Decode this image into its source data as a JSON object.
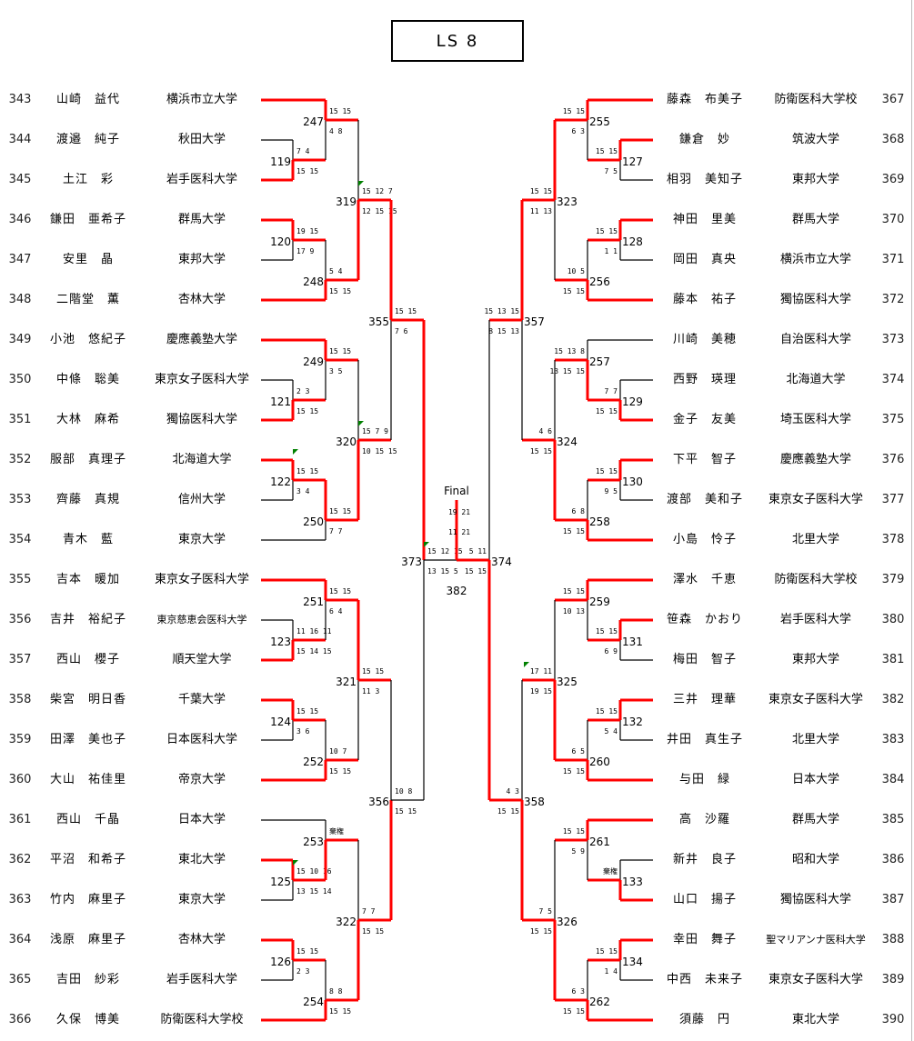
{
  "title": "LS 8",
  "final": {
    "label": "Final",
    "number": "382",
    "score_top": "19 21",
    "score_bottom": "11 21"
  },
  "colors": {
    "win_line": "#ff0000",
    "line": "#000000",
    "marker": "#008000"
  },
  "left_players": [
    {
      "num": "343",
      "name": "山崎　益代",
      "school": "横浜市立大学"
    },
    {
      "num": "344",
      "name": "渡邉　純子",
      "school": "秋田大学"
    },
    {
      "num": "345",
      "name": "土江　彩",
      "school": "岩手医科大学"
    },
    {
      "num": "346",
      "name": "鎌田　亜希子",
      "school": "群馬大学"
    },
    {
      "num": "347",
      "name": "安里　晶",
      "school": "東邦大学"
    },
    {
      "num": "348",
      "name": "二階堂　薫",
      "school": "杏林大学"
    },
    {
      "num": "349",
      "name": "小池　悠紀子",
      "school": "慶應義塾大学"
    },
    {
      "num": "350",
      "name": "中條　聡美",
      "school": "東京女子医科大学"
    },
    {
      "num": "351",
      "name": "大林　麻希",
      "school": "獨協医科大学"
    },
    {
      "num": "352",
      "name": "服部　真理子",
      "school": "北海道大学"
    },
    {
      "num": "353",
      "name": "齊藤　真規",
      "school": "信州大学"
    },
    {
      "num": "354",
      "name": "青木　藍",
      "school": "東京大学"
    },
    {
      "num": "355",
      "name": "吉本　暖加",
      "school": "東京女子医科大学"
    },
    {
      "num": "356",
      "name": "吉井　裕紀子",
      "school": "東京慈恵会医科大学"
    },
    {
      "num": "357",
      "name": "西山　櫻子",
      "school": "順天堂大学"
    },
    {
      "num": "358",
      "name": "柴宮　明日香",
      "school": "千葉大学"
    },
    {
      "num": "359",
      "name": "田澤　美也子",
      "school": "日本医科大学"
    },
    {
      "num": "360",
      "name": "大山　祐佳里",
      "school": "帝京大学"
    },
    {
      "num": "361",
      "name": "西山　千晶",
      "school": "日本大学"
    },
    {
      "num": "362",
      "name": "平沼　和希子",
      "school": "東北大学"
    },
    {
      "num": "363",
      "name": "竹内　麻里子",
      "school": "東京大学"
    },
    {
      "num": "364",
      "name": "浅原　麻里子",
      "school": "杏林大学"
    },
    {
      "num": "365",
      "name": "吉田　紗彩",
      "school": "岩手医科大学"
    },
    {
      "num": "366",
      "name": "久保　博美",
      "school": "防衛医科大学校"
    }
  ],
  "right_players": [
    {
      "num": "367",
      "name": "藤森　布美子",
      "school": "防衛医科大学校"
    },
    {
      "num": "368",
      "name": "鎌倉　妙",
      "school": "筑波大学"
    },
    {
      "num": "369",
      "name": "相羽　美知子",
      "school": "東邦大学"
    },
    {
      "num": "370",
      "name": "神田　里美",
      "school": "群馬大学"
    },
    {
      "num": "371",
      "name": "岡田　真央",
      "school": "横浜市立大学"
    },
    {
      "num": "372",
      "name": "藤本　祐子",
      "school": "獨協医科大学"
    },
    {
      "num": "373",
      "name": "川崎　美穂",
      "school": "自治医科大学"
    },
    {
      "num": "374",
      "name": "西野　瑛理",
      "school": "北海道大学"
    },
    {
      "num": "375",
      "name": "金子　友美",
      "school": "埼玉医科大学"
    },
    {
      "num": "376",
      "name": "下平　智子",
      "school": "慶應義塾大学"
    },
    {
      "num": "377",
      "name": "渡部　美和子",
      "school": "東京女子医科大学"
    },
    {
      "num": "378",
      "name": "小島　怜子",
      "school": "北里大学"
    },
    {
      "num": "379",
      "name": "澤水　千恵",
      "school": "防衛医科大学校"
    },
    {
      "num": "380",
      "name": "笹森　かおり",
      "school": "岩手医科大学"
    },
    {
      "num": "381",
      "name": "梅田　智子",
      "school": "東邦大学"
    },
    {
      "num": "382",
      "name": "三井　理華",
      "school": "東京女子医科大学"
    },
    {
      "num": "383",
      "name": "井田　真生子",
      "school": "北里大学"
    },
    {
      "num": "384",
      "name": "与田　緑",
      "school": "日本大学"
    },
    {
      "num": "385",
      "name": "高　沙羅",
      "school": "群馬大学"
    },
    {
      "num": "386",
      "name": "新井　良子",
      "school": "昭和大学"
    },
    {
      "num": "387",
      "name": "山口　揚子",
      "school": "獨協医科大学"
    },
    {
      "num": "388",
      "name": "幸田　舞子",
      "school": "聖マリアンナ医科大学"
    },
    {
      "num": "389",
      "name": "中西　未来子",
      "school": "東京女子医科大学"
    },
    {
      "num": "390",
      "name": "須藤　円",
      "school": "東北大学"
    }
  ],
  "matches": {
    "119": {
      "top": "7 4",
      "bottom": "15 15",
      "winner": "bottom",
      "out": true
    },
    "120": {
      "top": "19 15",
      "bottom": "17 9",
      "winner": "top",
      "out": true
    },
    "121": {
      "top": "2 3",
      "bottom": "15 15",
      "winner": "bottom",
      "out": true
    },
    "122": {
      "top": "15 15",
      "bottom": "3 4",
      "winner": "top",
      "out": true
    },
    "123": {
      "top": "11 16 11",
      "bottom": "15 14 15",
      "winner": "bottom",
      "out": true
    },
    "124": {
      "top": "15 15",
      "bottom": "3 6",
      "winner": "top",
      "out": true
    },
    "125": {
      "top": "15 10 16",
      "bottom": "13 15 14",
      "winner": "top",
      "out": true
    },
    "126": {
      "top": "15 15",
      "bottom": "2 3",
      "winner": "top",
      "out": true
    },
    "247": {
      "top": "15 15",
      "bottom": "4 8",
      "winner": "top",
      "out": true
    },
    "248": {
      "top": "5 4",
      "bottom": "15 15",
      "winner": "bottom",
      "out": true
    },
    "249": {
      "top": "15 15",
      "bottom": "3 5",
      "winner": "top",
      "out": true
    },
    "250": {
      "top": "15 15",
      "bottom": "7 7",
      "winner": "top",
      "out": true
    },
    "251": {
      "top": "15 15",
      "bottom": "6 4",
      "winner": "top",
      "out": true
    },
    "252": {
      "top": "10 7",
      "bottom": "15 15",
      "winner": "bottom",
      "out": true
    },
    "253": {
      "top": "棄権",
      "bottom": "",
      "winner": "bottom",
      "out": true
    },
    "254": {
      "top": "8 8",
      "bottom": "15 15",
      "winner": "bottom",
      "out": true
    },
    "319": {
      "top": "15 12 7",
      "bottom": "12 15 15",
      "winner": "bottom",
      "out": true
    },
    "320": {
      "top": "15 7 9",
      "bottom": "10 15 15",
      "winner": "bottom",
      "out": true
    },
    "321": {
      "top": "15 15",
      "bottom": "11 3",
      "winner": "top",
      "out": true
    },
    "322": {
      "top": "7 7",
      "bottom": "15 15",
      "winner": "bottom",
      "out": true
    },
    "355": {
      "top": "15 15",
      "bottom": "7 6",
      "winner": "top",
      "out": true
    },
    "356": {
      "top": "10 8",
      "bottom": "15 15",
      "winner": "bottom",
      "out": false
    },
    "373": {
      "top": "15 12 15",
      "bottom": "13 15 5",
      "winner": "top",
      "out": false
    },
    "127": {
      "top": "15 15",
      "bottom": "7 5",
      "winner": "top",
      "out": true
    },
    "128": {
      "top": "15 15",
      "bottom": "1 1",
      "winner": "top",
      "out": true
    },
    "129": {
      "top": "7 7",
      "bottom": "15 15",
      "winner": "bottom",
      "out": true
    },
    "130": {
      "top": "15 15",
      "bottom": "9 5",
      "winner": "top",
      "out": true
    },
    "131": {
      "top": "15 15",
      "bottom": "6 9",
      "winner": "top",
      "out": true
    },
    "132": {
      "top": "15 15",
      "bottom": "5 4",
      "winner": "top",
      "out": true
    },
    "133": {
      "top": "棄権",
      "bottom": "",
      "winner": "bottom",
      "out": true
    },
    "134": {
      "top": "15 15",
      "bottom": "1 4",
      "winner": "top",
      "out": true
    },
    "255": {
      "top": "15 15",
      "bottom": "6 3",
      "winner": "top",
      "out": true
    },
    "256": {
      "top": "10 5",
      "bottom": "15 15",
      "winner": "bottom",
      "out": true
    },
    "257": {
      "top": "15 13 8",
      "bottom": "13 15 15",
      "winner": "bottom",
      "out": true
    },
    "258": {
      "top": "6 8",
      "bottom": "15 15",
      "winner": "bottom",
      "out": true
    },
    "259": {
      "top": "15 15",
      "bottom": "10 13",
      "winner": "top",
      "out": true
    },
    "260": {
      "top": "6 5",
      "bottom": "15 15",
      "winner": "bottom",
      "out": true
    },
    "261": {
      "top": "15 15",
      "bottom": "5 9",
      "winner": "top",
      "out": true
    },
    "262": {
      "top": "6 3",
      "bottom": "15 15",
      "winner": "bottom",
      "out": true
    },
    "323": {
      "top": "15 15",
      "bottom": "11 13",
      "winner": "top",
      "out": true
    },
    "324": {
      "top": "4 6",
      "bottom": "15 15",
      "winner": "bottom",
      "out": true
    },
    "325": {
      "top": "17 11",
      "bottom": "19 15",
      "winner": "bottom",
      "out": true
    },
    "326": {
      "top": "7 5",
      "bottom": "15 15",
      "winner": "bottom",
      "out": true
    },
    "357": {
      "top": "15 13 15",
      "bottom": "8 15 13",
      "winner": "top",
      "out": true
    },
    "358": {
      "top": "4 3",
      "bottom": "15 15",
      "winner": "bottom",
      "out": true
    },
    "374": {
      "top": "5 11",
      "bottom": "15 15",
      "winner": "bottom",
      "out": true
    }
  }
}
